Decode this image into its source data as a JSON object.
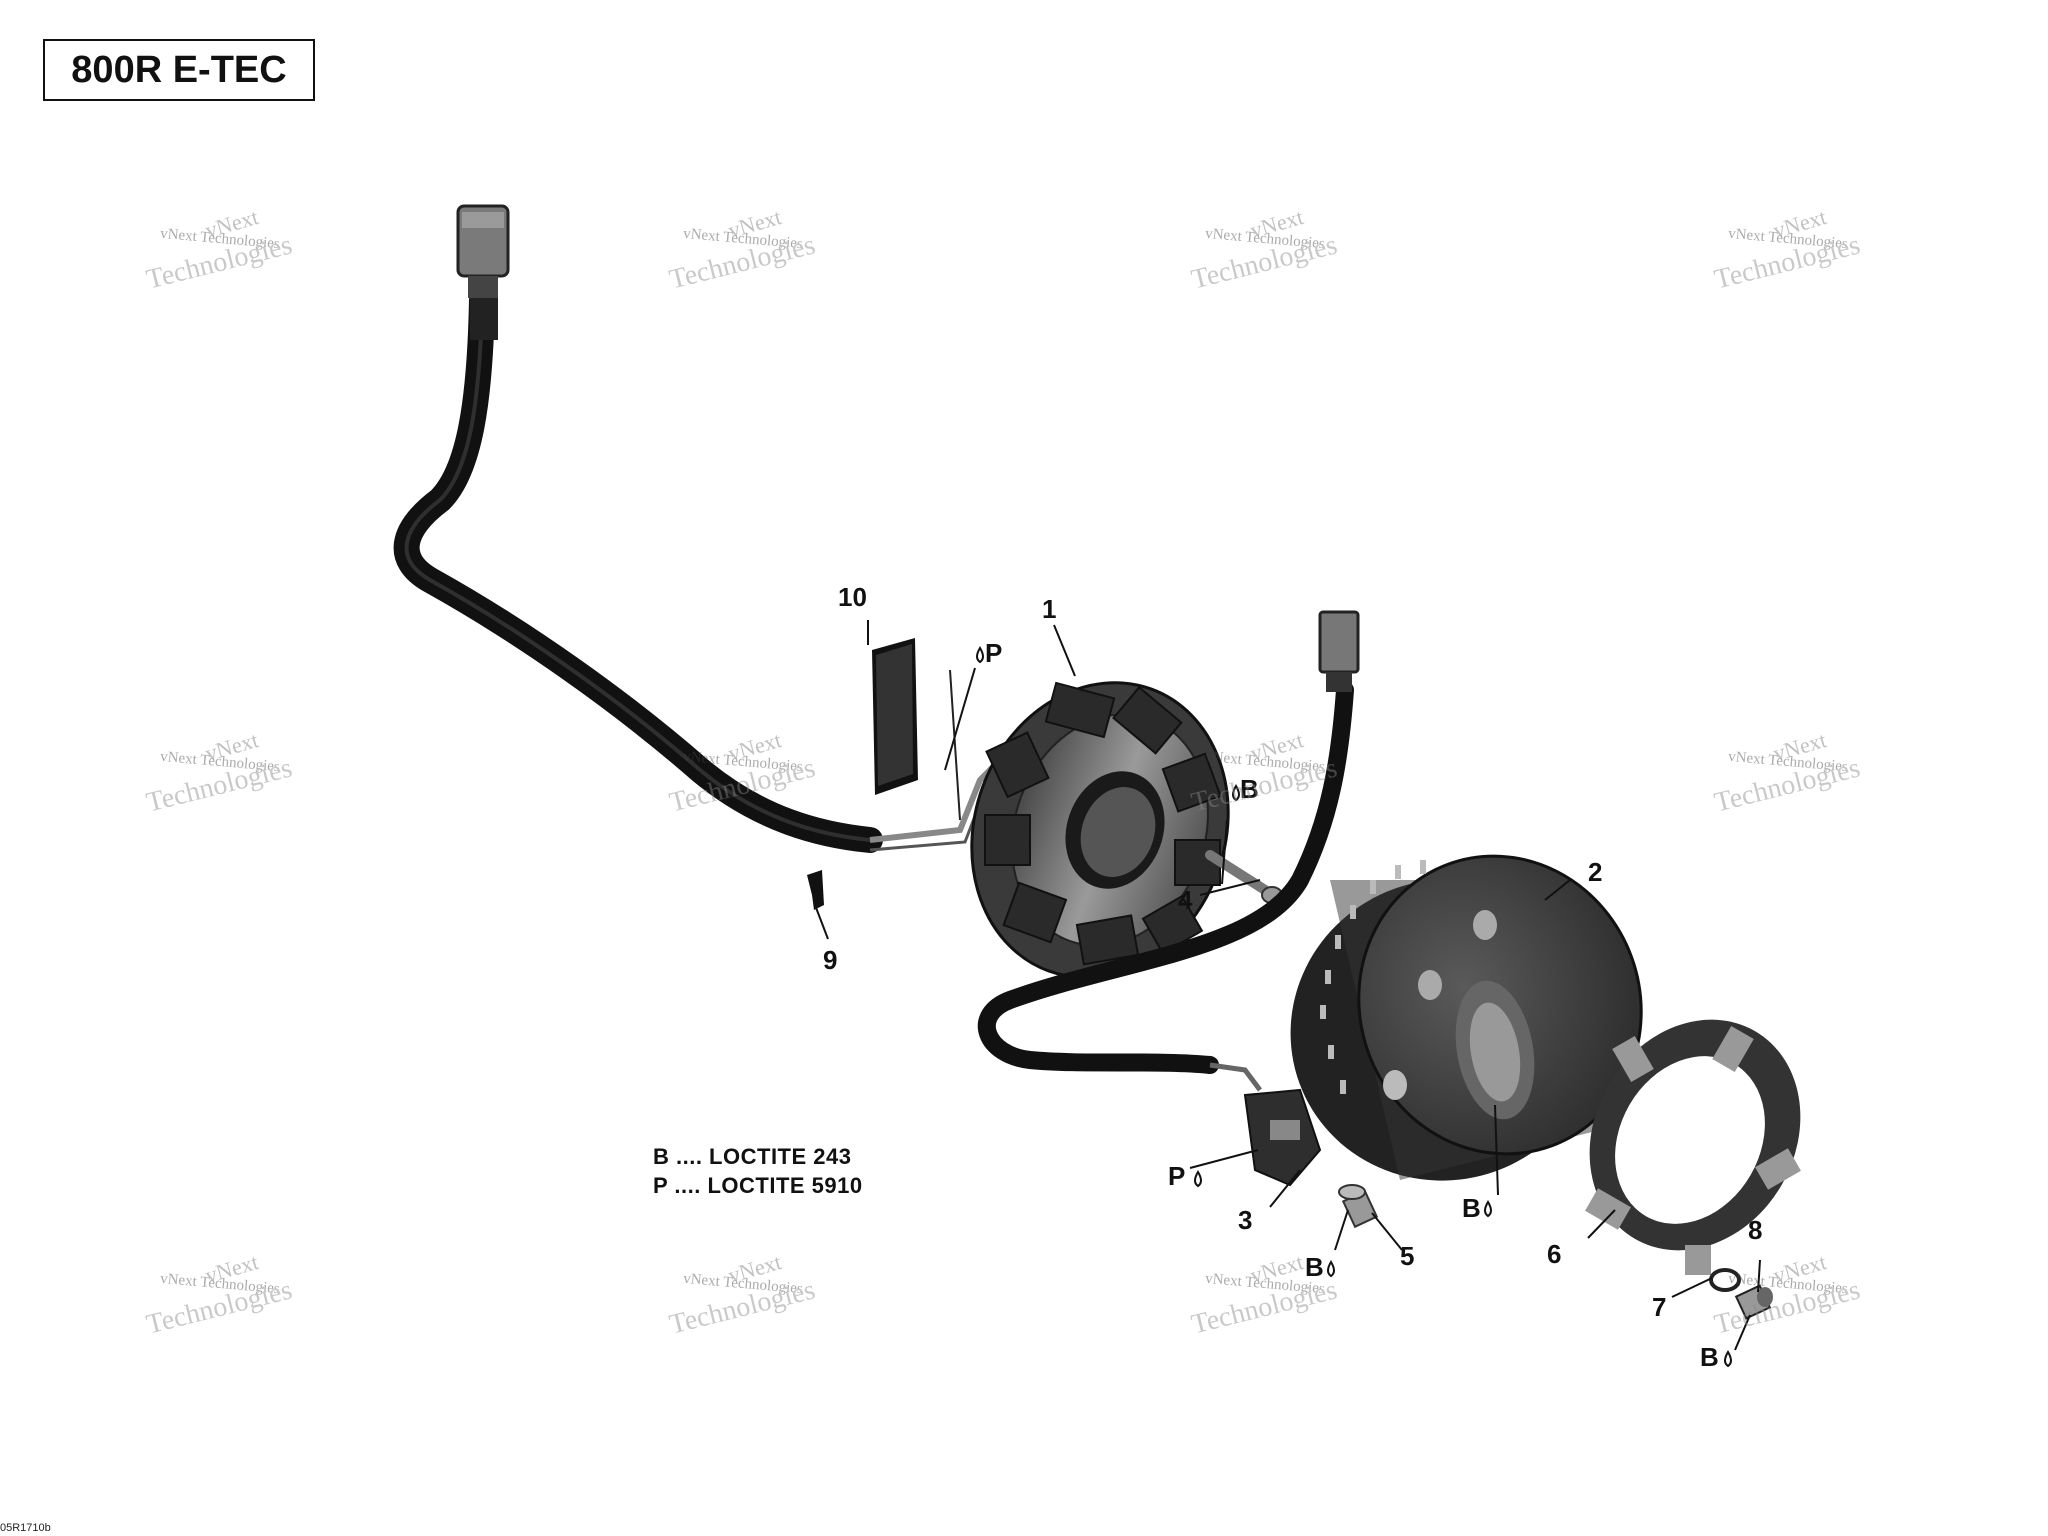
{
  "title": "800R E-TEC",
  "legend": [
    {
      "code": "B",
      "text": "B .... LOCTITE 243"
    },
    {
      "code": "P",
      "text": "P .... LOCTITE 5910"
    }
  ],
  "callouts": {
    "c1": "1",
    "c2": "2",
    "c3": "3",
    "c4": "4",
    "c5": "5",
    "c6": "6",
    "c7": "7",
    "c8": "8",
    "c9": "9",
    "c10": "10",
    "p_stator": "P",
    "b_bolt4": "B",
    "p_sensor": "P",
    "b_flywheel": "B",
    "b_bolt5": "B",
    "b_nut8": "B"
  },
  "watermark": {
    "line1": "vNext",
    "line2": "vNext Technologies",
    "line3": "Technologies"
  },
  "figure_code": "05R1710b"
}
